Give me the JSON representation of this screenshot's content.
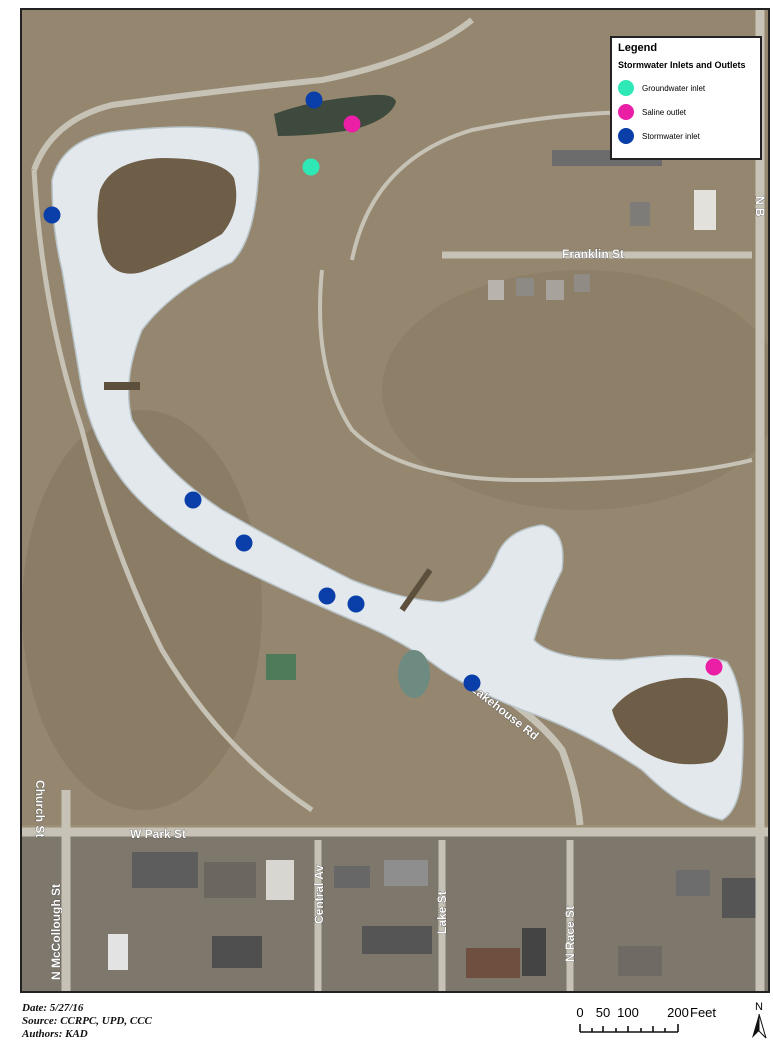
{
  "legend": {
    "title": "Legend",
    "subtitle": "Stormwater Inlets and Outlets",
    "items": [
      {
        "label": "Groundwater inlet",
        "color": "#2ee8b6"
      },
      {
        "label": "Saline outlet",
        "color": "#ea1fa6"
      },
      {
        "label": "Stormwater inlet",
        "color": "#0a3ea8"
      }
    ]
  },
  "roads": {
    "franklin": "Franklin St",
    "nb": "N B",
    "lakehouse": "Lakehouse Rd",
    "wpark": "W Park St",
    "church": "Church St",
    "mccollough": "N McCollough St",
    "central": "Central Av",
    "lake": "Lake St",
    "race": "N Race St"
  },
  "credits": {
    "date": "Date: 5/27/16",
    "source": "Source: CCRPC, UPD, CCC",
    "authors": "Authors: KAD"
  },
  "scale": {
    "ticks": [
      "0",
      "50",
      "100",
      "200"
    ],
    "unit": "Feet"
  },
  "north_label": "N"
}
